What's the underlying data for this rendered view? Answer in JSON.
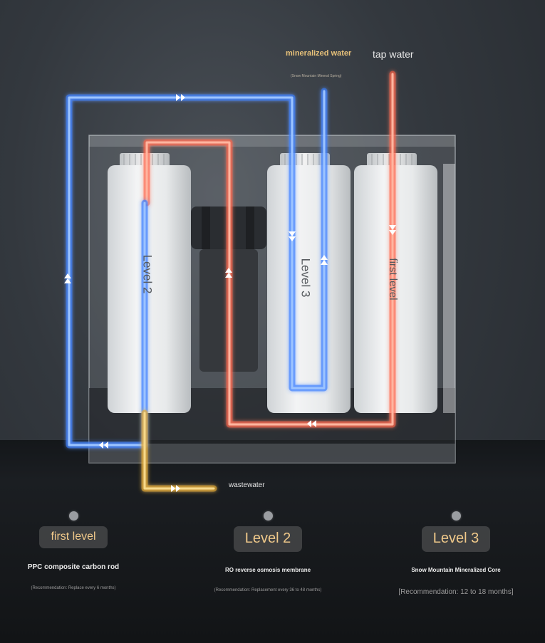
{
  "diagram": {
    "top_labels": {
      "mineralized_water": "mineralized water",
      "mineralized_water_source": "(Snow Mountain Mineral Spring)",
      "tap_water": "tap water"
    },
    "cartridge_labels": {
      "left": "Level 2",
      "middle_right": "Level 3",
      "right": "first level"
    },
    "wastewater_label": "wastewater",
    "colors": {
      "pure_flow": "#2f7bff",
      "tap_flow": "#ff5a3a",
      "waste_flow": "#e2a72a",
      "accent_gold": "#f0c98a"
    }
  },
  "stages": [
    {
      "title": "first level",
      "description": "PPC composite carbon rod",
      "recommendation": "(Recommendation: Replace every 6 months)"
    },
    {
      "title": "Level 2",
      "description": "RO reverse osmosis membrane",
      "recommendation": "(Recommendation: Replacement every 36 to 48 months)"
    },
    {
      "title": "Level 3",
      "description": "Snow Mountain Mineralized Core",
      "recommendation": "[Recommendation: 12 to 18 months]"
    }
  ]
}
